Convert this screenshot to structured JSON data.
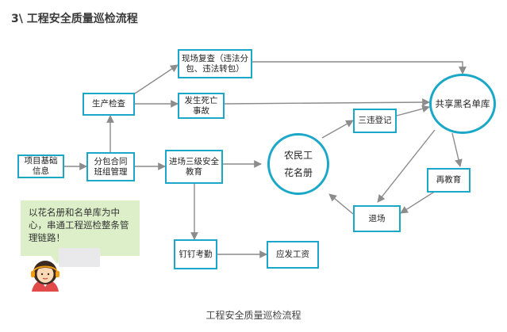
{
  "heading": "3\\ 工程安全质量巡检流程",
  "caption": "工程安全质量巡检流程",
  "accent_color": "#1ba7c7",
  "arrow_color": "#8c8c8c",
  "nodes": {
    "project_info": "项目基础信息",
    "subcontract": "分包合同班组管理",
    "production_check": "生产检查",
    "site_recheck": "现场复查（违法分包、违法转包）",
    "fatal_accident": "发生死亡事故",
    "entry_education": "进场三级安全教育",
    "dingding_attendance": "钉钉考勤",
    "pay_wages": "应发工资",
    "worker_roster_line1": "农民工",
    "worker_roster_line2": "花名册",
    "three_violations": "三违登记",
    "shared_blacklist": "共享黑名单库",
    "re_education": "再教育",
    "exit_site": "退场"
  },
  "bubble_text": "以花名册和名单库为中心，串通工程巡检整条管理链路！"
}
